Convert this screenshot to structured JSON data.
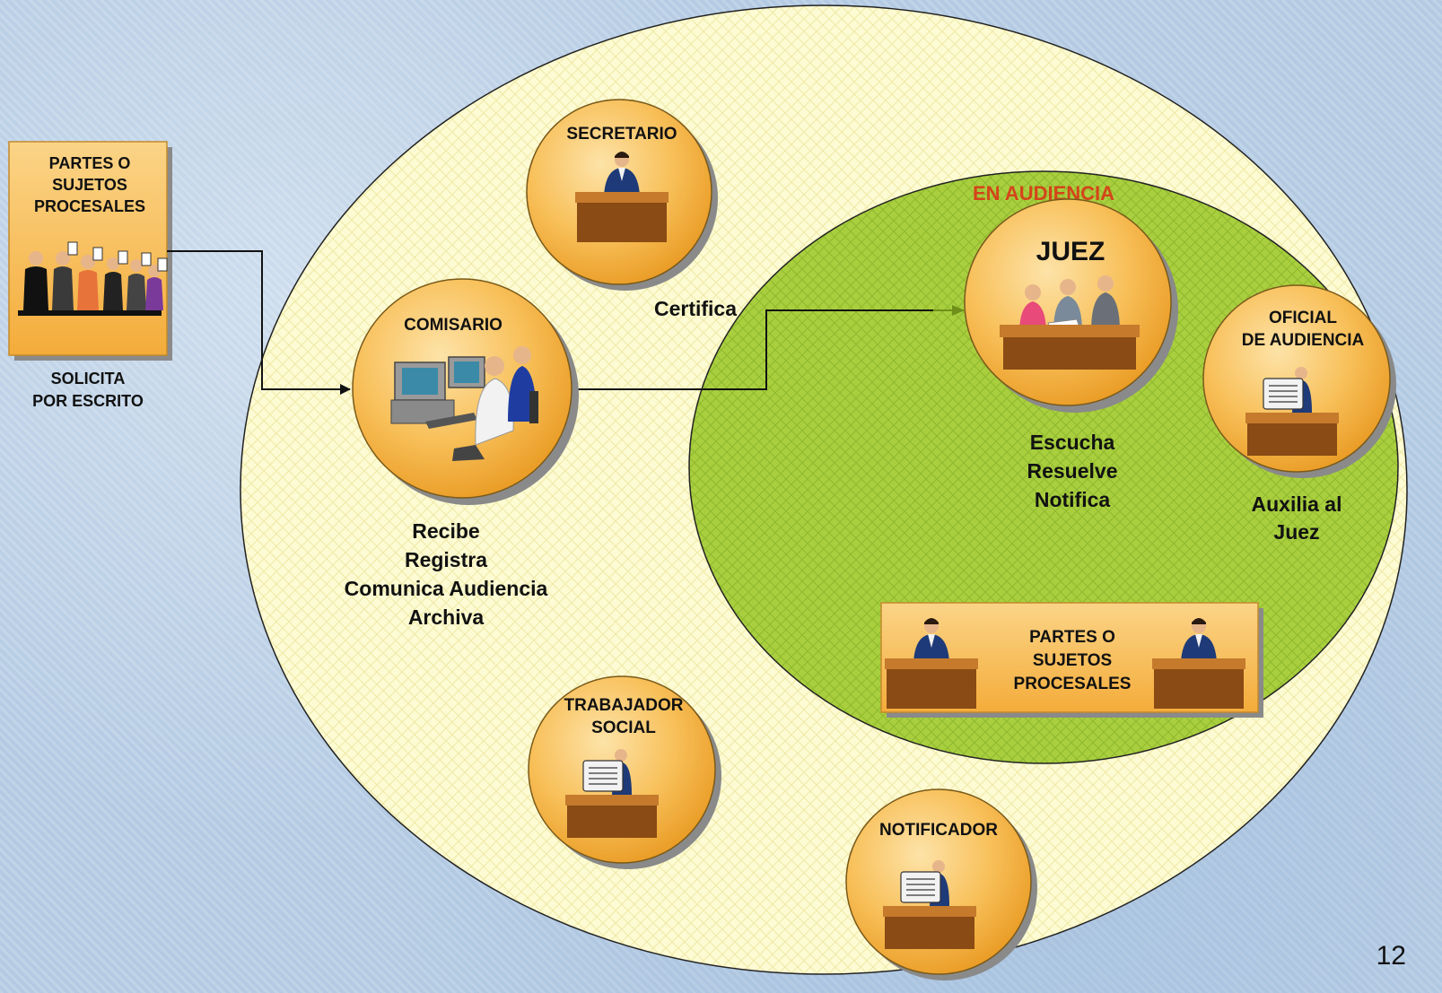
{
  "page_number": "12",
  "left_box": {
    "title_lines": [
      "PARTES O",
      "SUJETOS",
      "PROCESALES"
    ],
    "caption_lines": [
      "SOLICITA",
      "POR ESCRITO"
    ]
  },
  "zones": {
    "audiencia_label": "EN AUDIENCIA"
  },
  "nodes": {
    "secretario": {
      "title_lines": [
        "SECRETARIO"
      ]
    },
    "comisario": {
      "title_lines": [
        "COMISARIO"
      ],
      "actions": [
        "Recibe",
        "Registra",
        "Comunica Audiencia",
        "Archiva"
      ]
    },
    "certifica": "Certifica",
    "juez": {
      "title_lines": [
        "JUEZ"
      ],
      "actions": [
        "Escucha",
        "Resuelve",
        "Notifica"
      ]
    },
    "oficial": {
      "title_lines": [
        "OFICIAL",
        "DE AUDIENCIA"
      ],
      "actions": [
        "Auxilia al",
        "Juez"
      ]
    },
    "partes_audiencia": {
      "title_lines": [
        "PARTES O",
        "SUJETOS",
        "PROCESALES"
      ]
    },
    "trabajador": {
      "title_lines": [
        "TRABAJADOR",
        "SOCIAL"
      ]
    },
    "notificador": {
      "title_lines": [
        "NOTIFICADOR"
      ]
    }
  },
  "colors": {
    "outer_zone": "#fdfbd3",
    "audiencia_zone": "#a9cf3f",
    "audiencia_label": "#d4441a",
    "node_fill": "#f7b042",
    "box_fill": "#f9c25a"
  }
}
